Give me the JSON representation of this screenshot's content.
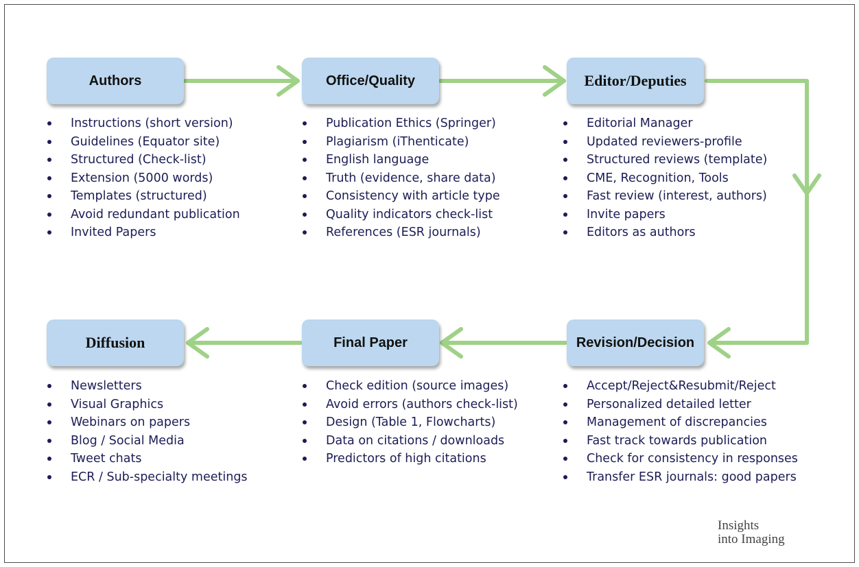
{
  "stages": [
    {
      "title": "Authors",
      "items": [
        "Instructions (short version)",
        "Guidelines (Equator site)",
        "Structured (Check-list)",
        "Extension (5000 words)",
        "Templates (structured)",
        "Avoid redundant publication",
        "Invited Papers"
      ]
    },
    {
      "title": "Office/Quality",
      "items": [
        "Publication Ethics (Springer)",
        "Plagiarism (iThenticate)",
        "English language",
        "Truth (evidence, share data)",
        "Consistency with article type",
        "Quality indicators check-list",
        "References (ESR journals)"
      ]
    },
    {
      "title": "Editor/Deputies",
      "items": [
        "Editorial Manager",
        "Updated reviewers-profile",
        "Structured reviews (template)",
        "CME, Recognition, Tools",
        "Fast review (interest, authors)",
        "Invite papers",
        "Editors as authors"
      ]
    },
    {
      "title": "Revision/Decision",
      "items": [
        "Accept/Reject&Resubmit/Reject",
        "Personalized detailed letter",
        "Management of discrepancies",
        "Fast track towards publication",
        "Check for consistency in responses",
        "Transfer ESR journals: good papers"
      ]
    },
    {
      "title": "Final Paper",
      "items": [
        "Check edition (source images)",
        "Avoid errors (authors check-list)",
        "Design (Table 1, Flowcharts)",
        "Data on citations / downloads",
        "Predictors of high citations"
      ]
    },
    {
      "title": "Diffusion",
      "items": [
        "Newsletters",
        "Visual Graphics",
        "Webinars on papers",
        "Blog / Social Media",
        "Tweet chats",
        "ECR / Sub-specialty meetings"
      ]
    }
  ],
  "logo": {
    "line1": "Insights",
    "line2": "into Imaging"
  },
  "colors": {
    "box_fill": "#bcd7ef",
    "arrow": "#9fd187",
    "bullet_text": "#1c1c55"
  }
}
